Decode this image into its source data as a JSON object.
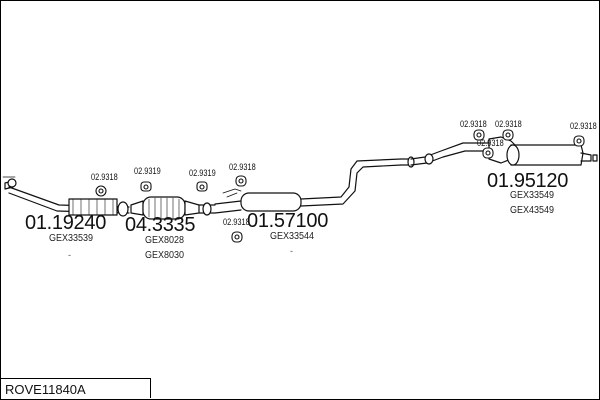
{
  "title": "ROVE11840A",
  "parts": [
    {
      "number": "01.19240",
      "refs": [
        "GEX33539"
      ],
      "extra": "-"
    },
    {
      "number": "04.3335",
      "refs": [
        "GEX8028",
        "GEX8030"
      ]
    },
    {
      "number": "01.57100",
      "refs": [
        "GEX33544"
      ],
      "extra": "-"
    },
    {
      "number": "01.95120",
      "refs": [
        "GEX33549",
        "GEX43549"
      ]
    }
  ],
  "hanger_labels": [
    "02.9318",
    "02.9319",
    "02.9319",
    "02.9318",
    "02.9318",
    "02.9318",
    "02.9318",
    "02.9318",
    "02.9318"
  ]
}
